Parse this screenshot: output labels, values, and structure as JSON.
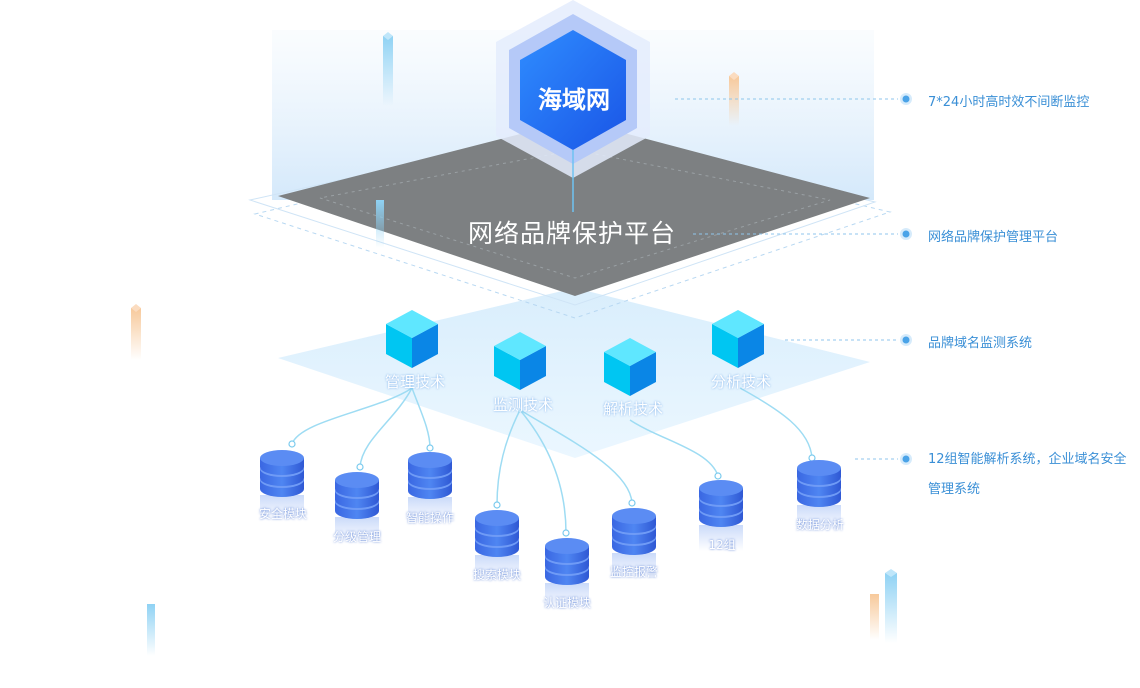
{
  "core": {
    "title": "海域网"
  },
  "platform": {
    "title": "网络品牌保护平台"
  },
  "tech_nodes": [
    {
      "label": "管理技术"
    },
    {
      "label": "监测技术"
    },
    {
      "label": "解析技术"
    },
    {
      "label": "分析技术"
    }
  ],
  "databases": [
    {
      "label": "安全模块"
    },
    {
      "label": "分级管理"
    },
    {
      "label": "智能操作"
    },
    {
      "label": "搜索模块"
    },
    {
      "label": "认证模块"
    },
    {
      "label": "监控报警"
    },
    {
      "label": "12组"
    },
    {
      "label": "数据分析"
    }
  ],
  "annotations": [
    {
      "text": "7*24小时高时效不间断监控"
    },
    {
      "text": "网络品牌保护管理平台"
    },
    {
      "text": "品牌域名监测系统"
    },
    {
      "text": "12组智能解析系统，企业域名安全管理系统"
    }
  ],
  "colors": {
    "accent": "#3a8fd6",
    "cube_top": "#5fe7ff",
    "cube_left": "#00c6f2",
    "cube_right": "#0a86e6",
    "db_body": "#3d6ee8",
    "platform": "#7d8082"
  }
}
